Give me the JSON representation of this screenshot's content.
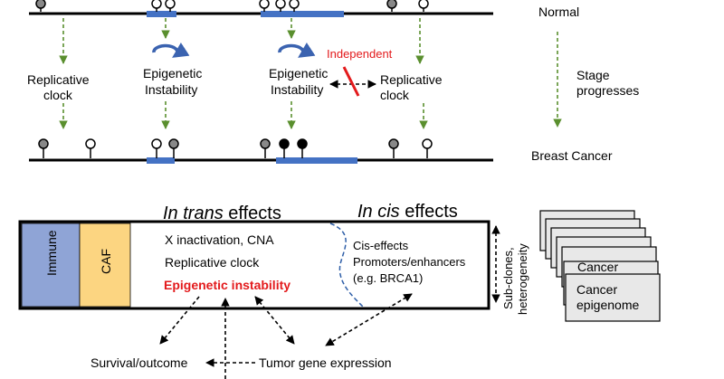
{
  "top": {
    "normal": "Normal",
    "replicative_clock_left": [
      "Replicative",
      "clock"
    ],
    "epigenetic_instability_1": [
      "Epigenetic",
      "Instability"
    ],
    "epigenetic_instability_2": [
      "Epigenetic",
      "Instability"
    ],
    "independent": "Independent",
    "replicative_clock_right": [
      "Replicative",
      "clock"
    ],
    "stage_progresses": [
      "Stage",
      "progresses"
    ],
    "breast_cancer": "Breast Cancer"
  },
  "bottom": {
    "in_trans_italic": "In trans",
    "in_trans_rest": " effects",
    "in_cis_italic": "In cis",
    "in_cis_rest": " effects",
    "immune": "Immune",
    "caf": "CAF",
    "x_inactivation": "X inactivation, CNA",
    "replicative_clock": "Replicative clock",
    "epigenetic_instability": "Epigenetic instability",
    "cis_effects": [
      "Cis-effects",
      "Promoters/enhancers",
      "(e.g. BRCA1)"
    ],
    "subclones": [
      "Sub-clones,",
      "heterogeneity"
    ],
    "cancer_card": "Cancer",
    "cancer_epigenome": [
      "Cancer",
      "epigenome"
    ],
    "survival": "Survival/outcome",
    "tumor_gene_expression": "Tumor gene expression"
  },
  "colors": {
    "green": "#5a8f2e",
    "blue": "#4472c4",
    "red": "#e31a1c",
    "immune": "#8fa4d6",
    "caf": "#fcd581",
    "dashed_blue": "#2f5fa8"
  }
}
